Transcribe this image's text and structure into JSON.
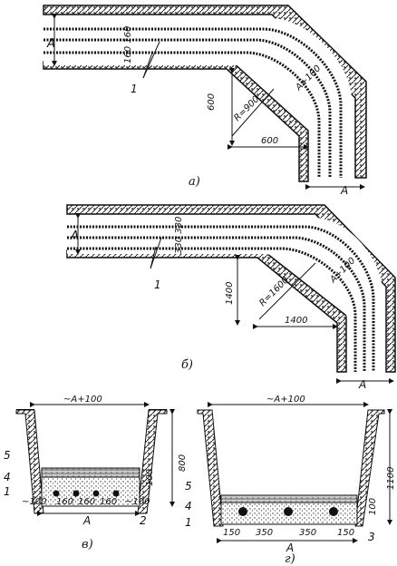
{
  "figure_a": {
    "caption": "а)",
    "dim_width": "A",
    "dim_cable_spacing": "160 160",
    "dim_radius": "R=900",
    "dim_offset": "A+100",
    "dim_vertical": "600",
    "dim_horizontal": "600",
    "dim_outlet": "A",
    "callout": "1"
  },
  "figure_b": {
    "caption": "б)",
    "dim_width": "A",
    "dim_cable_spacing": "330 330",
    "dim_radius": "R=1600",
    "dim_offset": "A+100",
    "dim_vertical": "1400",
    "dim_horizontal": "1400",
    "dim_outlet": "A",
    "callout": "1"
  },
  "figure_v": {
    "caption": "в)",
    "dim_top": "~A+100",
    "dim_depth": "800",
    "dim_layer": "100",
    "dim_spacing_1": "160",
    "dim_spacing_2": "160",
    "dim_spacing_3": "160",
    "dim_left_edge": "~100",
    "dim_right_edge": "~100",
    "dim_bottom": "A",
    "callout_5": "5",
    "callout_4": "4",
    "callout_1": "1",
    "callout_2": "2"
  },
  "figure_g": {
    "caption": "г)",
    "dim_top": "~A+100",
    "dim_depth": "1100",
    "dim_layer": "100",
    "dim_spacing_left": "150",
    "dim_spacing_1": "350",
    "dim_spacing_2": "350",
    "dim_spacing_right": "150",
    "dim_bottom": "A",
    "callout_5": "5",
    "callout_4": "4",
    "callout_1": "1",
    "callout_3": "3"
  }
}
